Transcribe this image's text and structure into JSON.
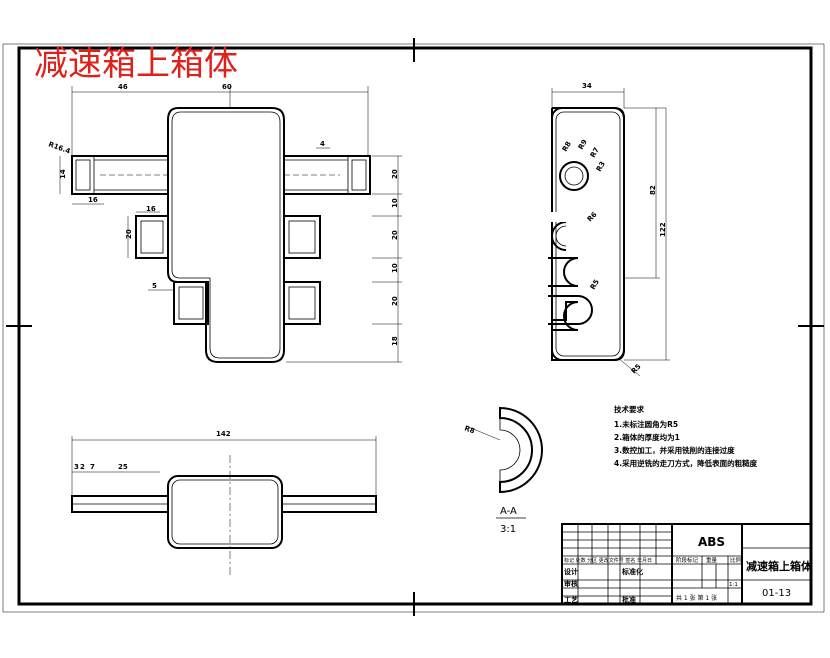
{
  "drawing": {
    "title": "减速箱上箱体",
    "title_color": "#e0201a"
  },
  "view_section": {
    "label": "A-A",
    "scale": "3:1"
  },
  "tech_notes": {
    "heading": "技术要求",
    "items": [
      "1.未标注圆角为R5",
      "2.箱体的厚度均为1",
      "3.数控加工，并采用铣削的连接过度",
      "4.采用逆铣的走刀方式，降低表面的粗糙度"
    ]
  },
  "dimensions": {
    "top_view": {
      "left_width": "46",
      "right_width": "60",
      "rows": [
        "20",
        "10",
        "20",
        "10",
        "20",
        "18"
      ],
      "left_bearing_height": "14",
      "left_bearing_width": "16",
      "small_left_a": "16",
      "small_left_b": "20",
      "small_left_c": "5",
      "top_right_mark": "4",
      "top_left_mark": "R16.4"
    },
    "side_view": {
      "top_width": "34",
      "height_inner": "82",
      "height_total": "122",
      "bore_r1": "R8",
      "bore_r2": "R9",
      "bore_r3": "R7",
      "bore_r4": "R3",
      "bore_r5": "R6",
      "bore_r6": "R5",
      "fillet": "R5"
    },
    "front_view": {
      "total_width": "142",
      "d1": "3",
      "d2": "2",
      "d3": "7",
      "d4": "25"
    },
    "section_view": {
      "radius": "R8"
    }
  },
  "title_block": {
    "material": "ABS",
    "part_name": "减速箱上箱体",
    "drawing_no": "01-13",
    "scale_ratio": "1:1",
    "sheet_label": "共 1 张  第 1 张",
    "labels": {
      "designer": "设计",
      "checker": "审核",
      "process": "工艺",
      "std": "标准化",
      "approve": "批准",
      "stage_mark": "阶段标记",
      "weight": "重量",
      "ratio": "比例",
      "head_row": "标记 处数 分区 更改文件号 签名 年月日"
    }
  }
}
